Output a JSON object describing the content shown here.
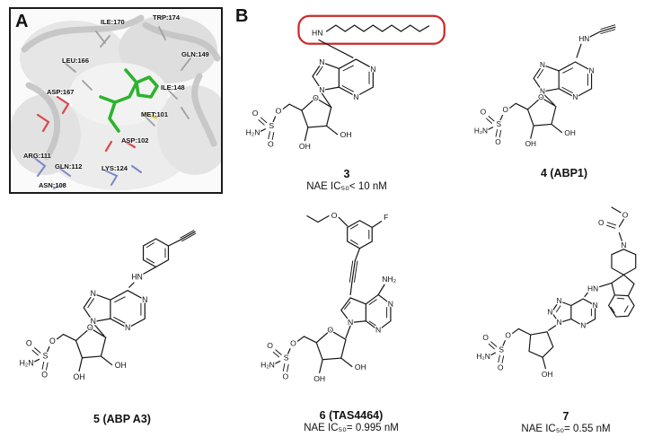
{
  "figure": {
    "panel_a_label": "A",
    "panel_b_label": "B"
  },
  "panelA": {
    "ligand_color": "#2db32d",
    "residues": [
      {
        "label": "ILE:170"
      },
      {
        "label": "TRP:174"
      },
      {
        "label": "LEU:166"
      },
      {
        "label": "GLN:149"
      },
      {
        "label": "ASP:167"
      },
      {
        "label": "ILE:148"
      },
      {
        "label": "MET:101"
      },
      {
        "label": "ASP:102"
      },
      {
        "label": "ARG:111"
      },
      {
        "label": "GLN:112"
      },
      {
        "label": "LYS:124"
      },
      {
        "label": "ASN:108"
      }
    ]
  },
  "atoms": {
    "N": "N",
    "HN": "HN",
    "O": "O",
    "OH": "OH",
    "S": "S",
    "F": "F",
    "H2N": "H₂N",
    "NH2": "NH₂"
  },
  "compounds": {
    "c3": {
      "label": "3",
      "ic50": "NAE IC₅₀< 10 nM",
      "highlight_color": "#cc2a2a"
    },
    "c4": {
      "label": "4 (ABP1)"
    },
    "c5": {
      "label": "5 (ABP A3)"
    },
    "c6": {
      "label": "6 (TAS4464)",
      "ic50": "NAE IC₅₀= 0.995 nM"
    },
    "c7": {
      "label": "7",
      "ic50": "NAE IC₅₀= 0.55 nM"
    }
  }
}
